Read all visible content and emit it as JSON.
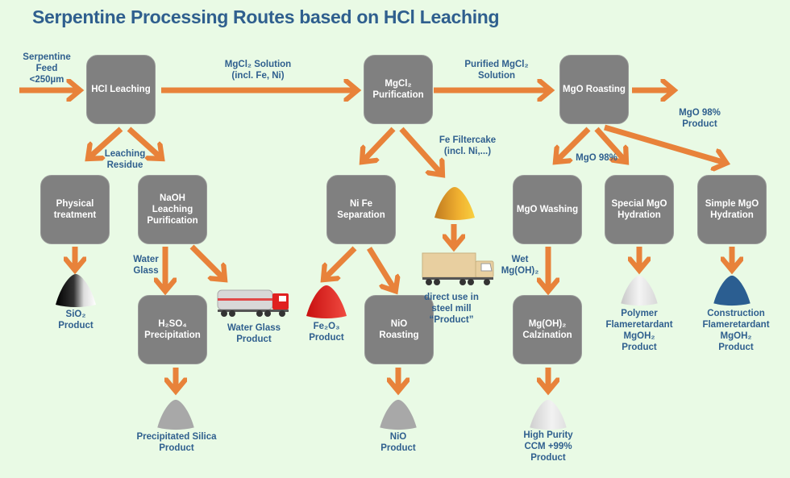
{
  "title": "Serpentine Processing Routes based on HCl Leaching",
  "colors": {
    "background": "#e9fae5",
    "title": "#2f5f8e",
    "label": "#2f5f8e",
    "box": "#808080",
    "arrow": "#e8823a"
  },
  "nodes": {
    "hcl_leaching": "HCl Leaching",
    "mgcl2_purification": "MgCl₂\nPurification",
    "mgo_roasting": "MgO Roasting",
    "physical_treatment": "Physical\ntreatment",
    "naoh_leaching": "NaOH\nLeaching\nPurification",
    "nife_separation": "Ni Fe\nSeparation",
    "mgo_washing": "MgO Washing",
    "special_mgo_hydration": "Special MgO\nHydration",
    "simple_mgo_hydration": "Simple MgO\nHydration",
    "h2so4_precipitation": "H₂SO₄\nPrecipitation",
    "nio_roasting": "NiO\nRoasting",
    "mgoh2_calzination": "Mg(OH)₂\nCalzination"
  },
  "flow_labels": {
    "serpentine_feed": "Serpentine\nFeed\n<250µm",
    "mgcl2_solution": "MgCl₂ Solution\n(incl. Fe, Ni)",
    "purified_mgcl2": "Purified MgCl₂\nSolution",
    "mgo_98_product": "MgO 98%\nProduct",
    "leaching_residue": "Leaching\nResidue",
    "fe_filtercake": "Fe Filtercake\n(incl. Ni,...)",
    "mgo_98": "MgO 98%",
    "water_glass": "Water\nGlass",
    "wet_mgoh2": "Wet\nMg(OH)₂"
  },
  "products": {
    "sio2": "SiO₂\nProduct",
    "water_glass": "Water Glass\nProduct",
    "fe2o3": "Fe₂O₃\nProduct",
    "steel_mill": "direct use in\nsteel mill\n“Product”",
    "polymer": "Polymer\nFlameretardant\nMgOH₂\nProduct",
    "construction": "Construction\nFlameretardant\nMgOH₂\nProduct",
    "precipitated_silica": "Precipitated Silica\nProduct",
    "nio": "NiO\nProduct",
    "high_purity": "High Purity\nCCM +99%\nProduct"
  }
}
